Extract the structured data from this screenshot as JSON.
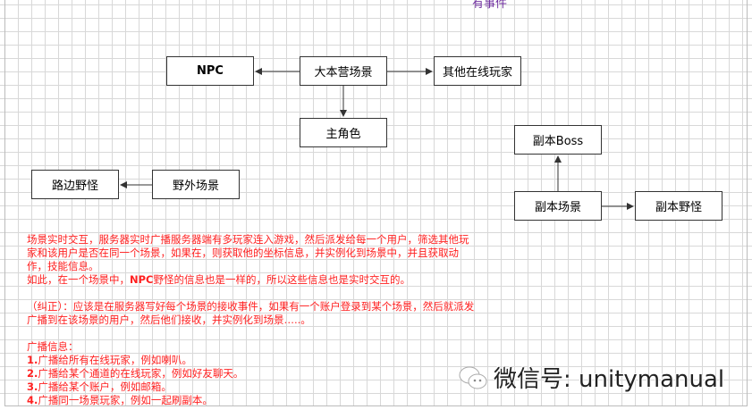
{
  "title": "有事件",
  "boxes": {
    "npc": "NPC",
    "base": "大本营场景",
    "others": "其他在线玩家",
    "hero": "主角色",
    "roadside": "路边野怪",
    "field": "野外场景",
    "boss": "副本Boss",
    "dungeon": "副本场景",
    "dungeon_monster": "副本野怪"
  },
  "notes": {
    "p1": "场景实时交互，服务器实时广播服务器端有多玩家连入游戏，然后派发给每一个用户，筛选其他玩家和该用户是否在同一个场景，如果在，则获取他的坐标信息，并实例化到场景中，并且获取动作，技能信息。",
    "p2a": "如此，在一个场景中，",
    "p2b": "NPC",
    "p2c": "野怪的信息也是一样的，所以这些信息也是实时交互的。",
    "p3": "（纠正）：应该是在服务器写好每个场景的接收事件，如果有一个账户登录到某个场景，然后就派发广播到在该场景的用户，然后他们接收，并实例化到场景…..。",
    "list_title": "广播信息：",
    "items": [
      {
        "n": "1.",
        "t": "广播给所有在线玩家，例如喇叭。"
      },
      {
        "n": "2.",
        "t": "广播给某个通道的在线玩家，例如好友聊天。"
      },
      {
        "n": "3.",
        "t": "广播给某个账户，例如邮箱。"
      },
      {
        "n": "4.",
        "t": "广播同一场景玩家，例如一起刷副本。"
      }
    ]
  },
  "watermark": "微信号: unitymanual"
}
